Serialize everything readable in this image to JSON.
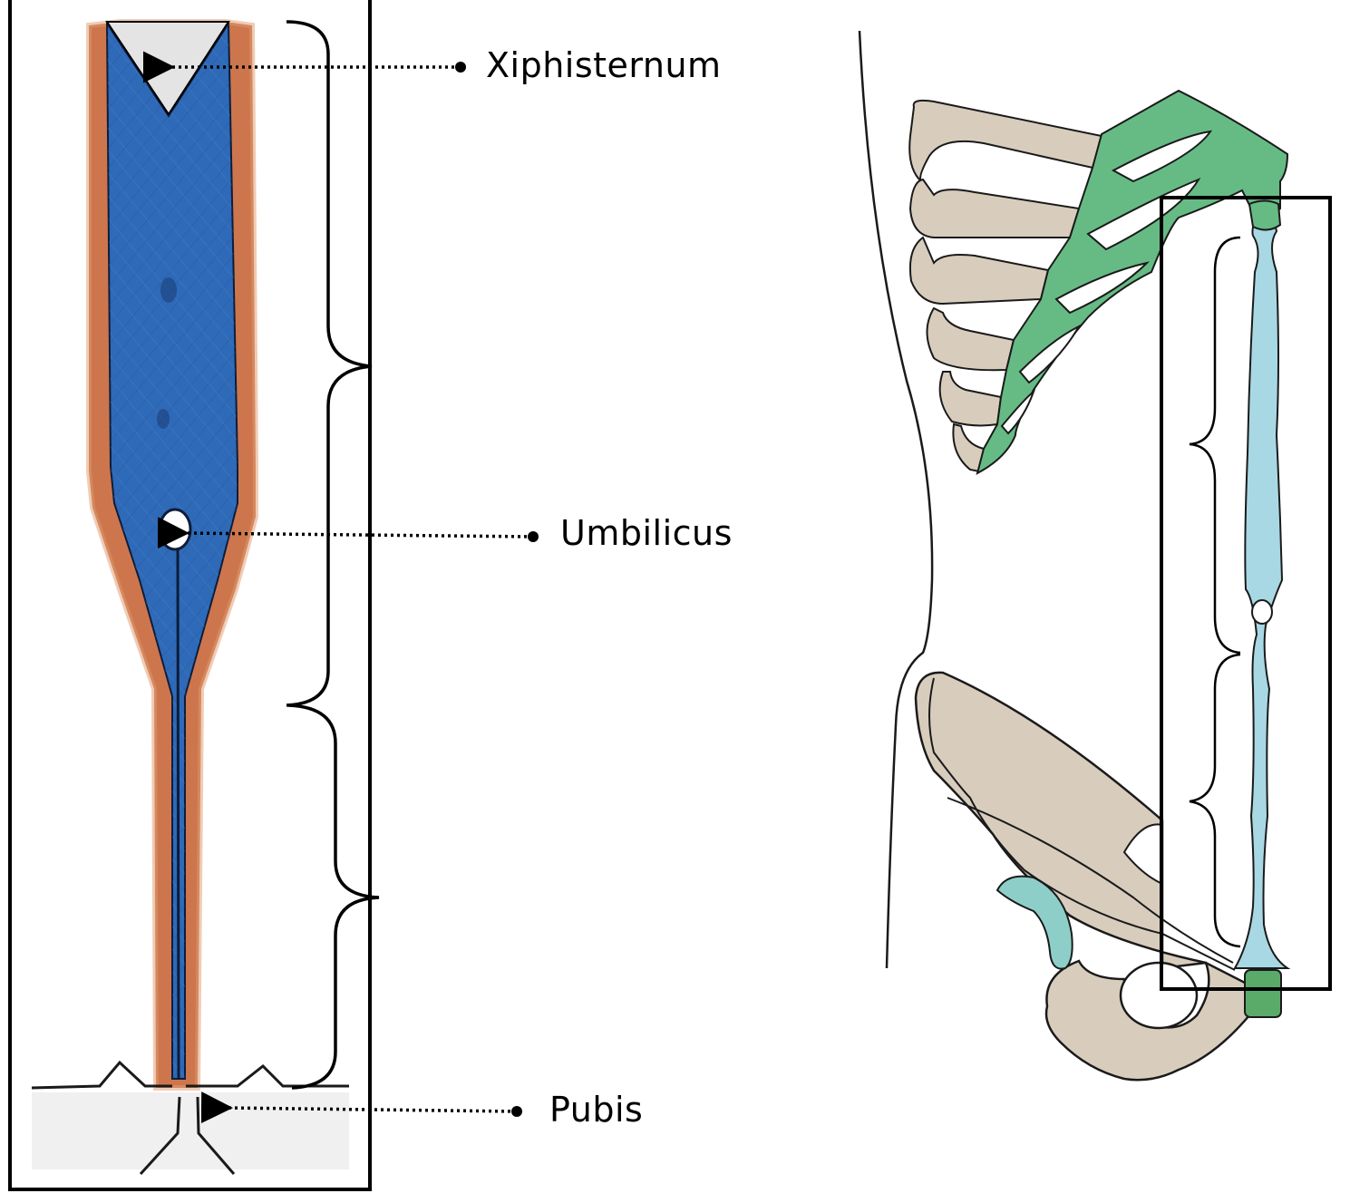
{
  "labels": {
    "xiphisternum": "Xiphisternum",
    "umbilicus": "Umbilicus",
    "pubis": "Pubis"
  },
  "colors": {
    "rectus_sheath_blue": "#2f6ab8",
    "muscle_orange": "#c8673a",
    "costal_cartilage_green": "#66bb84",
    "bone_beige": "#d8cdbd",
    "linea_alba_light_blue": "#a8d8e4",
    "iliac_crest_teal": "#8dcfc8",
    "pubic_green": "#5aaa6a",
    "outline": "#000000"
  },
  "icons": {
    "leader_line": "dotted-arrow-with-dot-end",
    "brace": "curly-brace"
  }
}
